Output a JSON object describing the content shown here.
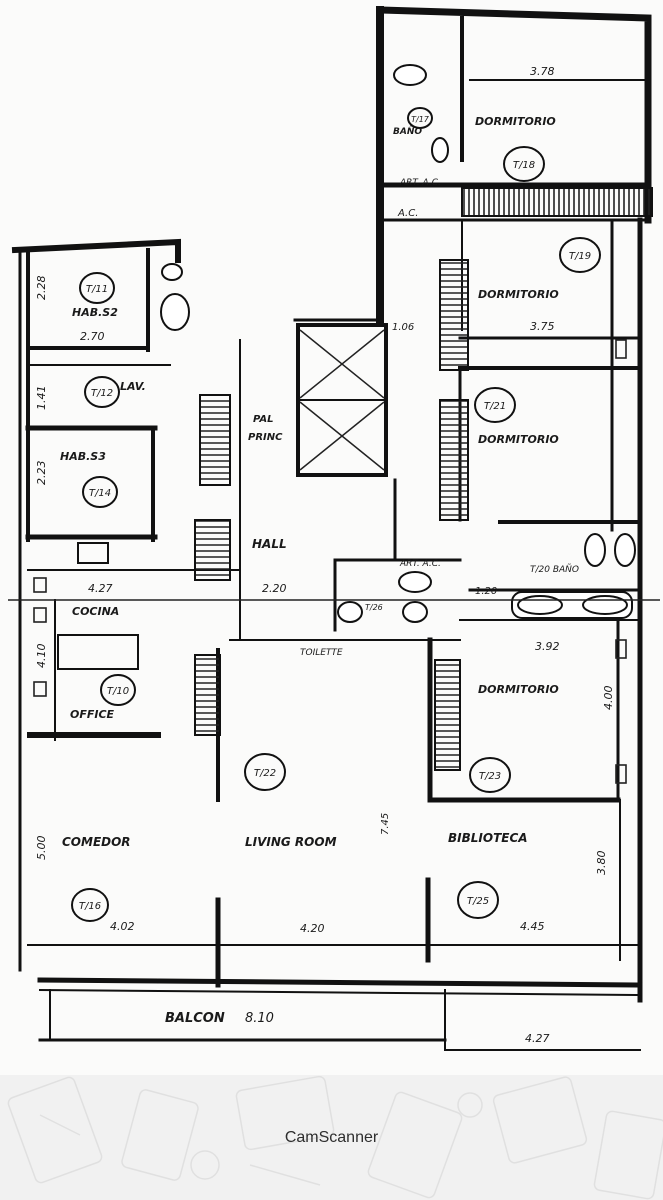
{
  "rooms": [
    {
      "key": "hab2",
      "name": "HAB.S2",
      "id": "T/11"
    },
    {
      "key": "lav",
      "name": "LAV.",
      "id": "T/12"
    },
    {
      "key": "hab3",
      "name": "HAB.S3",
      "id": "T/14"
    },
    {
      "key": "cocina",
      "name": "COCINA",
      "id": ""
    },
    {
      "key": "office",
      "name": "OFFICE",
      "id": "T/10"
    },
    {
      "key": "comedor",
      "name": "COMEDOR",
      "id": "T/16"
    },
    {
      "key": "living",
      "name": "LIVING ROOM",
      "id": "T/22"
    },
    {
      "key": "biblioteca",
      "name": "BIBLIOTECA",
      "id": "T/25"
    },
    {
      "key": "hall",
      "name": "HALL",
      "id": ""
    },
    {
      "key": "palier",
      "name": "PAL\nPRINC",
      "id": ""
    },
    {
      "key": "dorm1",
      "name": "DORMITORIO",
      "id": "T/18"
    },
    {
      "key": "dorm2",
      "name": "DORMITORIO",
      "id": "T/19"
    },
    {
      "key": "dorm3",
      "name": "DORMITORIO",
      "id": "T/21"
    },
    {
      "key": "dorm4",
      "name": "DORMITORIO",
      "id": "T/23"
    },
    {
      "key": "bano",
      "name": "BAÑO",
      "id": "T/17"
    },
    {
      "key": "balcon",
      "name": "BALCON",
      "id": ""
    }
  ],
  "dimensions": {
    "d_378": "3.78",
    "d_375": "3.75",
    "d_270": "2.70",
    "d_228": "2.28",
    "d_223": "2.23",
    "d_141": "1.41",
    "d_427": "4.27",
    "d_410": "4.10",
    "d_500": "5.00",
    "d_402": "4.02",
    "d_420": "4.20",
    "d_445": "4.45",
    "d_380": "3.80",
    "d_220": "2.20",
    "d_392": "3.92",
    "d_400": "4.00",
    "d_106": "1.06",
    "d_120": "1.20",
    "d_745": "7.45",
    "d_810": "8.10",
    "d_427b": "4.27"
  },
  "annotations": {
    "ac1": "A.C.",
    "ac2": "ART. A.C.",
    "ac3": "ART. A.C.",
    "bano2": "T/20 BAÑO",
    "lav2": "T/26",
    "toilette": "TOILETTE"
  },
  "footer": {
    "brand": "CamScanner"
  }
}
